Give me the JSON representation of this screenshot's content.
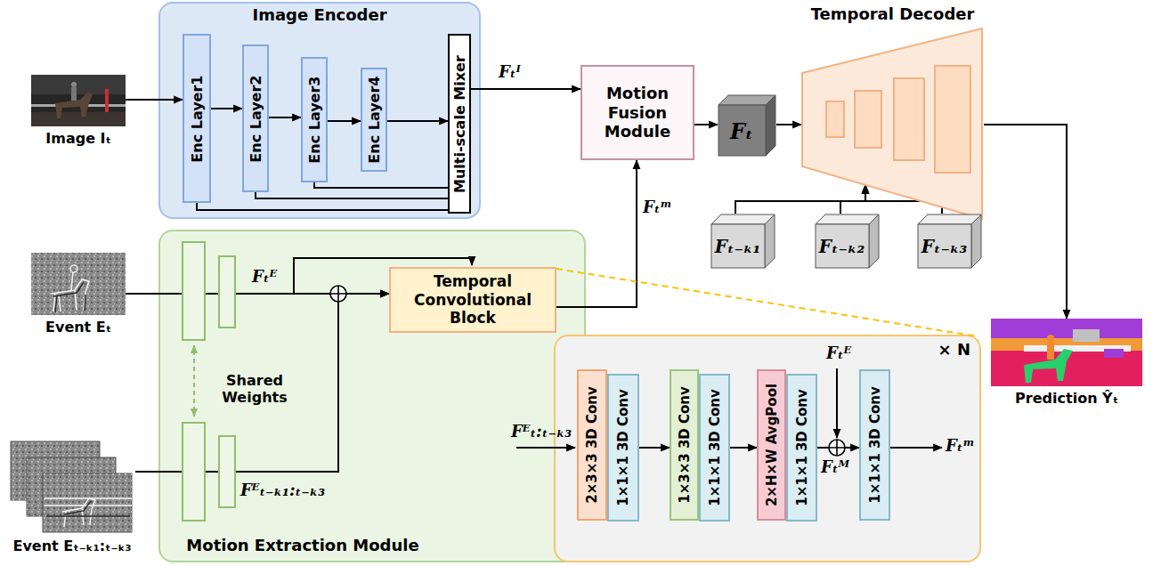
{
  "diagram": {
    "nodes": [
      {
        "text": [
          "Image Iₜ"
        ]
      },
      {
        "text": [
          "Image Encoder"
        ]
      },
      {
        "text": [
          "Enc Layer1"
        ],
        "in": 1
      },
      {
        "text": [
          "Enc Layer2"
        ],
        "in": 1
      },
      {
        "text": [
          "Enc Layer3"
        ],
        "in": 1
      },
      {
        "text": [
          "Enc Layer4"
        ],
        "in": 1
      },
      {
        "text": [
          "Multi-scale Mixer"
        ],
        "in": 1
      },
      {
        "text": [
          "Motion Fusion Module"
        ]
      },
      {
        "text": [
          "Fₜ"
        ]
      },
      {
        "text": [
          "Temporal Decoder"
        ]
      },
      {
        "text": [
          "Fₜ₋ₖ₁"
        ]
      },
      {
        "text": [
          "Fₜ₋ₖ₂"
        ]
      },
      {
        "text": [
          "Fₜ₋ₖ₃"
        ]
      },
      {
        "text": [
          "Event Eₜ"
        ]
      },
      {
        "text": [
          "Motion Extraction Module"
        ]
      },
      {
        "text": [
          "Temporal Convolutional Block"
        ],
        "in": 14
      },
      {
        "text": [
          "Event Eₜ₋ₖ₁:ₜ₋ₖ₃"
        ]
      },
      {
        "text": [
          "× N"
        ]
      },
      {
        "text": [
          "2×3×3 3D Conv"
        ],
        "in": 17
      },
      {
        "text": [
          "1×1×1 3D Conv"
        ],
        "in": 17
      },
      {
        "text": [
          "1×3×3 3D Conv"
        ],
        "in": 17
      },
      {
        "text": [
          "1×1×1 3D Conv"
        ],
        "in": 17
      },
      {
        "text": [
          "2×H×W AvgPool"
        ],
        "in": 17
      },
      {
        "text": [
          "1×1×1 3D Conv"
        ],
        "in": 17
      },
      {
        "text": [
          "1×1×1 3D Conv"
        ],
        "in": 17
      },
      {
        "text": [
          "Prediction Ŷₜ"
        ]
      }
    ],
    "edges": [
      {
        "from": 0,
        "to": 2,
        "arrow": "to"
      },
      {
        "from": 2,
        "to": 3,
        "arrow": "to"
      },
      {
        "from": 3,
        "to": 4,
        "arrow": "to"
      },
      {
        "from": 4,
        "to": 5,
        "arrow": "to"
      },
      {
        "from": 5,
        "to": 6,
        "arrow": "to"
      },
      {
        "from": 2,
        "to": 6,
        "arrow": "none"
      },
      {
        "from": 3,
        "to": 6,
        "arrow": "none"
      },
      {
        "from": 4,
        "to": 6,
        "arrow": "none"
      },
      {
        "from": 6,
        "to": 7,
        "label": "Fₜᴵ",
        "arrow": "to"
      },
      {
        "from": 7,
        "to": 8,
        "arrow": "to"
      },
      {
        "from": 8,
        "to": 9,
        "arrow": "to"
      },
      {
        "from": 10,
        "to": 9,
        "arrow": "to"
      },
      {
        "from": 11,
        "to": 9,
        "arrow": "to"
      },
      {
        "from": 12,
        "to": 9,
        "arrow": "to"
      },
      {
        "from": 9,
        "to": 25,
        "arrow": "to"
      },
      {
        "from": 13,
        "to": 15,
        "label": "Fₜᴱ",
        "arrow": "to"
      },
      {
        "from": 16,
        "to": 15,
        "label": "Fᴱₜ₋ₖ₁:ₜ₋ₖ₃",
        "arrow": "to"
      },
      {
        "from": 15,
        "to": 7,
        "label": "Fₜᵐ",
        "arrow": "to"
      },
      {
        "from": 19,
        "to": 20,
        "arrow": "to"
      },
      {
        "from": 21,
        "to": 22,
        "arrow": "to"
      },
      {
        "from": 23,
        "to": 24,
        "arrow": "to"
      }
    ],
    "labels": [
      "Shared Weights",
      "Fᴱₜ:ₜ₋ₖ₃",
      "Fₜᴱ",
      "Fₜᴹ",
      "Fₜᵐ"
    ]
  }
}
